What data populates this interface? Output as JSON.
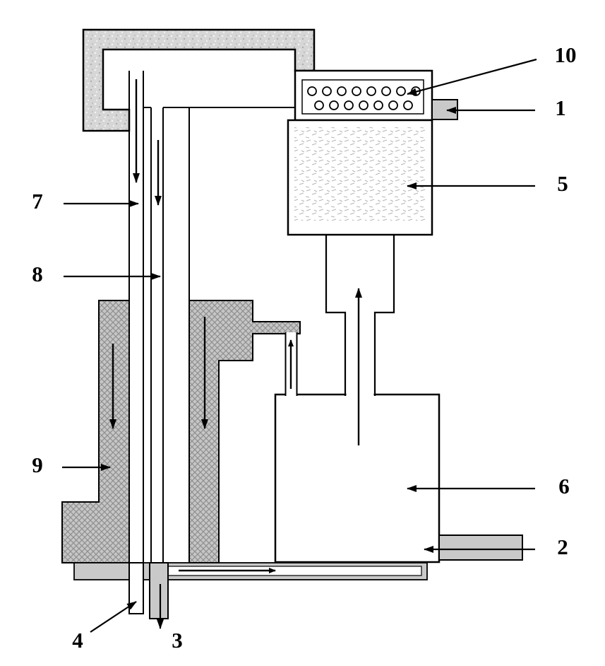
{
  "figure": {
    "kind": "apparatus-schematic",
    "labels": {
      "n1": "1",
      "n2": "2",
      "n3": "3",
      "n4": "4",
      "n5": "5",
      "n6": "6",
      "n7": "7",
      "n8": "8",
      "n9": "9",
      "n10": "10"
    }
  },
  "colors": {
    "outline": "#000000",
    "light_gray": "#c9c9c9",
    "hatch_gray": "#c6c6c6",
    "speckle_gray": "#d6d6d6",
    "background": "#ffffff"
  }
}
